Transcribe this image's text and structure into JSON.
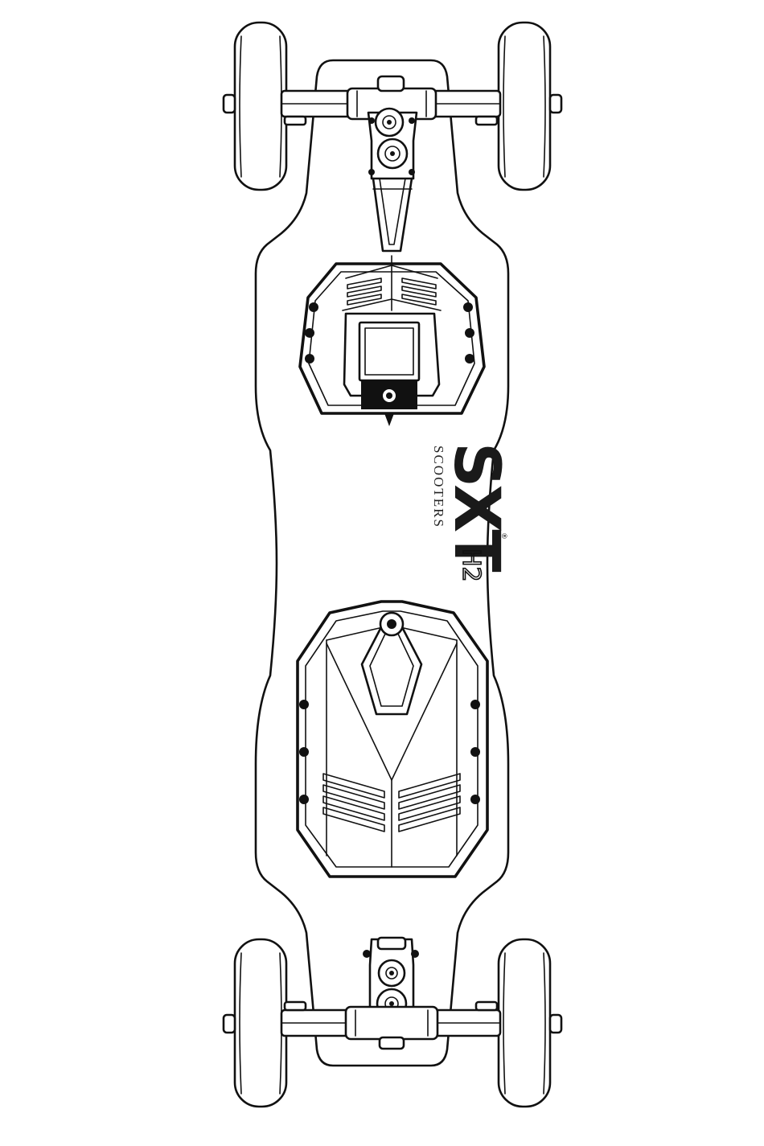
{
  "logo": {
    "brand": "SXT",
    "subtitle": "SCOOTERS",
    "model": "H2",
    "registered_mark": "®"
  },
  "colors": {
    "line": "#111111",
    "background": "#ffffff"
  }
}
